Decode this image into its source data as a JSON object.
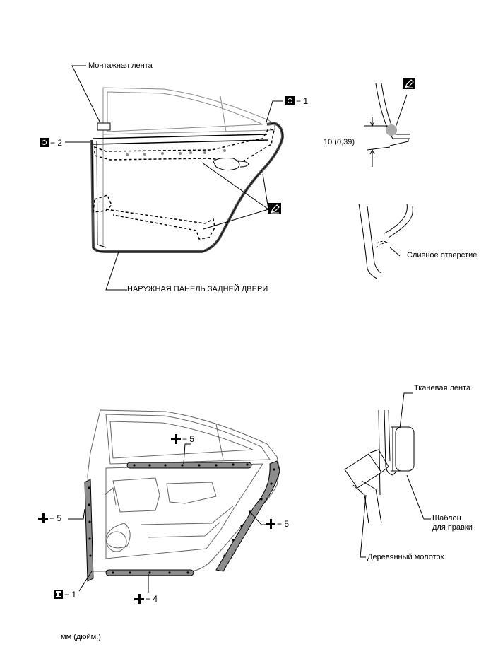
{
  "labels": {
    "mounting_tape": "Монтажная лента",
    "outer_panel": "НАРУЖНАЯ ПАНЕЛЬ ЗАДНЕЙ ДВЕРИ",
    "dimension": "10 (0,39)",
    "drain_hole": "Сливное отверстие",
    "cloth_tape": "Тканевая лента",
    "template_line1": "Шаблон",
    "template_line2": "для правки",
    "wooden_hammer": "Деревянный молоток",
    "units": "мм (дюйм.)"
  },
  "callouts": {
    "o1": "− 1",
    "o2": "− 2",
    "plus_top": "− 5",
    "plus_left": "− 5",
    "plus_right": "− 5",
    "plus_bottom": "− 4",
    "i1": "− 1"
  },
  "icons": [
    "sealer-brush-icon",
    "torque-circle-icon",
    "plus-fastener-icon",
    "i-bolt-icon"
  ],
  "colors": {
    "line": "#000000",
    "light_line": "#888888",
    "seal": "#7a7a7a",
    "background": "#ffffff"
  }
}
